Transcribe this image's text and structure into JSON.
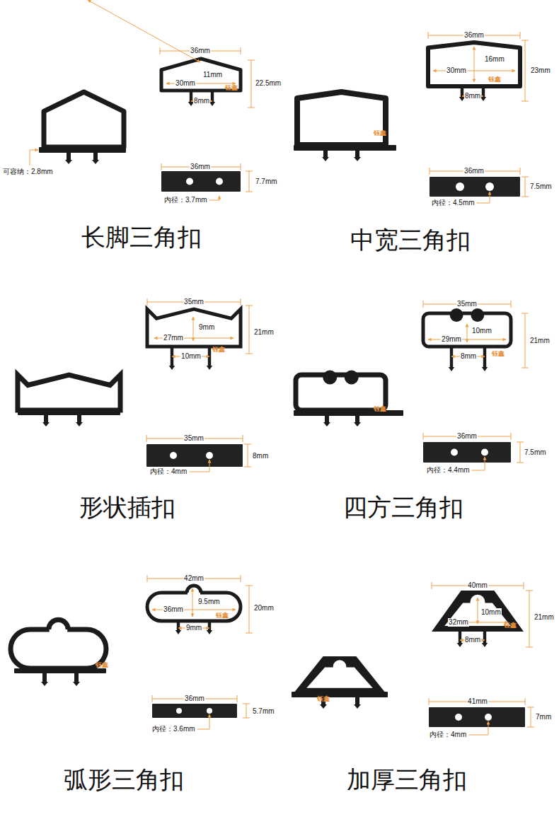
{
  "diagram": {
    "labels": [
      "36mm",
      "11mm",
      "30mm",
      "22.5mm",
      "8mm",
      "钰鑫",
      "可容纳：2.8mm",
      "36mm",
      "7.7mm",
      "内径：3.7mm",
      "长脚三角扣",
      "36mm",
      "16mm",
      "30mm",
      "23mm",
      "8mm",
      "钰鑫",
      "钰鑫",
      "36mm",
      "7.5mm",
      "内径：4.5mm",
      "中宽三角扣",
      "35mm",
      "9mm",
      "27mm",
      "21mm",
      "10mm",
      "钰鑫",
      "35mm",
      "8mm",
      "内径：4mm",
      "形状插扣",
      "35mm",
      "10mm",
      "29mm",
      "21mm",
      "8mm",
      "钰鑫",
      "钰鑫",
      "36mm",
      "7.5mm",
      "内径：4.4mm",
      "四方三角扣",
      "42mm",
      "9.5mm",
      "36mm",
      "20mm",
      "9mm",
      "钰鑫",
      "钰鑫",
      "36mm",
      "5.7mm",
      "内径：3.6mm",
      "弧形三角扣",
      "40mm",
      "10mm",
      "32mm",
      "21mm",
      "8mm",
      "钰鑫",
      "钰鑫",
      "41mm",
      "7mm",
      "内径：4mm",
      "加厚三角扣"
    ]
  }
}
